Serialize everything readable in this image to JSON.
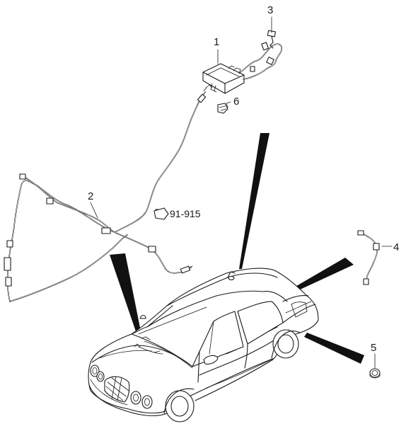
{
  "callouts": {
    "p1": "1",
    "p2": "2",
    "p3": "3",
    "p4": "4",
    "p5": "5",
    "p6": "6",
    "ref": "91-915"
  }
}
